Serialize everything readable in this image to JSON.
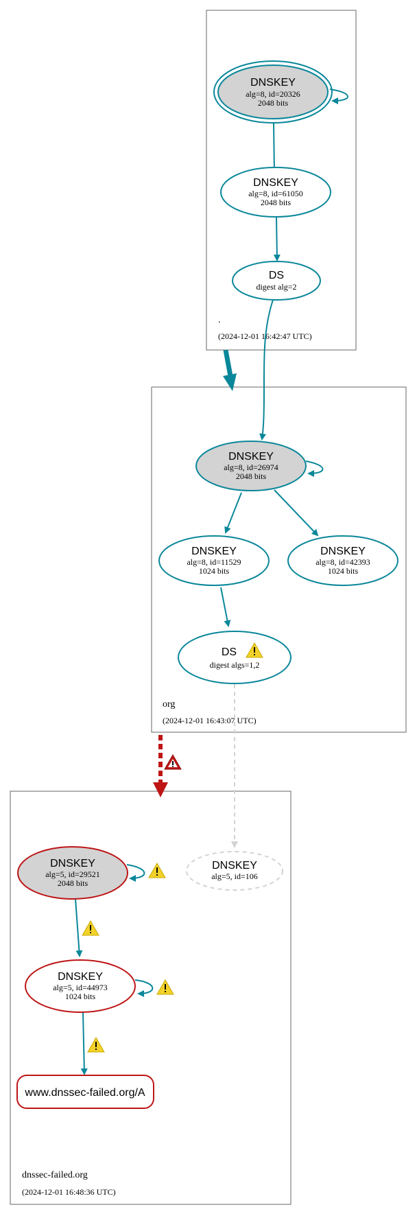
{
  "zones": {
    "root": {
      "name": ".",
      "time": "(2024-12-01 16:42:47 UTC)"
    },
    "org": {
      "name": "org",
      "time": "(2024-12-01 16:43:07 UTC)"
    },
    "failed": {
      "name": "dnssec-failed.org",
      "time": "(2024-12-01 16:48:36 UTC)"
    }
  },
  "nodes": {
    "root_ksk": {
      "title": "DNSKEY",
      "line1": "alg=8, id=20326",
      "line2": "2048 bits"
    },
    "root_zsk": {
      "title": "DNSKEY",
      "line1": "alg=8, id=61050",
      "line2": "2048 bits"
    },
    "org_ds": {
      "title": "DS",
      "line1": "digest alg=2"
    },
    "org_ksk": {
      "title": "DNSKEY",
      "line1": "alg=8, id=26974",
      "line2": "2048 bits"
    },
    "org_zsk1": {
      "title": "DNSKEY",
      "line1": "alg=8, id=11529",
      "line2": "1024 bits"
    },
    "org_zsk2": {
      "title": "DNSKEY",
      "line1": "alg=8, id=42393",
      "line2": "1024 bits"
    },
    "failed_ds": {
      "title": "DS",
      "line1": "digest algs=1,2"
    },
    "failed_ksk": {
      "title": "DNSKEY",
      "line1": "alg=5, id=29521",
      "line2": "2048 bits"
    },
    "failed_missing": {
      "title": "DNSKEY",
      "line1": "alg=5, id=106"
    },
    "failed_zsk": {
      "title": "DNSKEY",
      "line1": "alg=5, id=44973",
      "line2": "1024 bits"
    },
    "record": {
      "label": "www.dnssec-failed.org/A"
    }
  },
  "colors": {
    "secure": "#0a879a",
    "bogus": "#be1515",
    "missing": "#d3d3d3",
    "warning": "#f2d22a"
  }
}
